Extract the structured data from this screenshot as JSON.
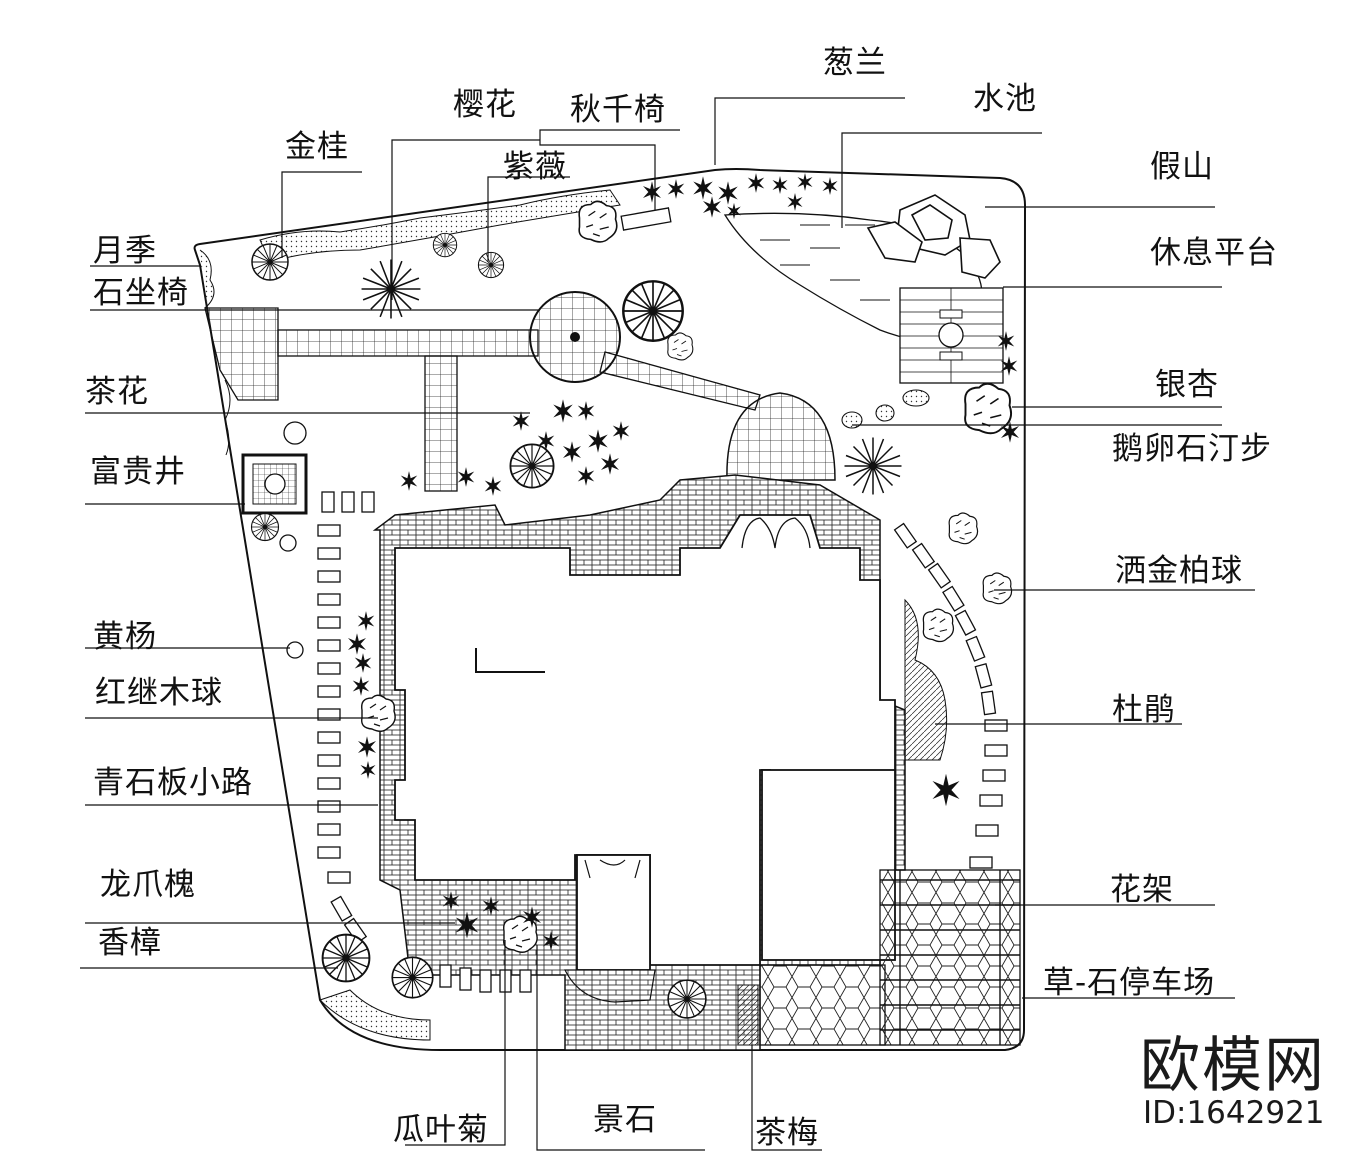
{
  "labels": {
    "cong_lan": "葱兰",
    "ying_hua": "樱花",
    "qiu_qian_yi": "秋千椅",
    "shui_chi": "水池",
    "jin_gui": "金桂",
    "zi_wei": "紫薇",
    "jia_shan": "假山",
    "yue_ji": "月季",
    "shi_zuo_yi": "石坐椅",
    "xiu_xi_ping_tai": "休息平台",
    "cha_hua": "茶花",
    "yin_xing": "银杏",
    "e_luan_shi_ting_bu": "鹅卵石汀步",
    "fu_gui_jing": "富贵井",
    "sa_jin_bai_qiu": "洒金柏球",
    "huang_yang": "黄杨",
    "hong_ji_mu_qiu": "红继木球",
    "du_juan": "杜鹃",
    "qing_shi_ban_xiao_lu": "青石板小路",
    "long_zhua_huai": "龙爪槐",
    "hua_jia": "花架",
    "xiang_zhang": "香樟",
    "cao_shi_ting_che_chang": "草-石停车场",
    "gua_ye_ju": "瓜叶菊",
    "jing_shi": "景石",
    "cha_mei": "茶梅"
  },
  "brand": {
    "name": "欧模网",
    "id": "ID:1642921"
  },
  "colors": {
    "ink": "#111111",
    "paper": "#ffffff"
  }
}
